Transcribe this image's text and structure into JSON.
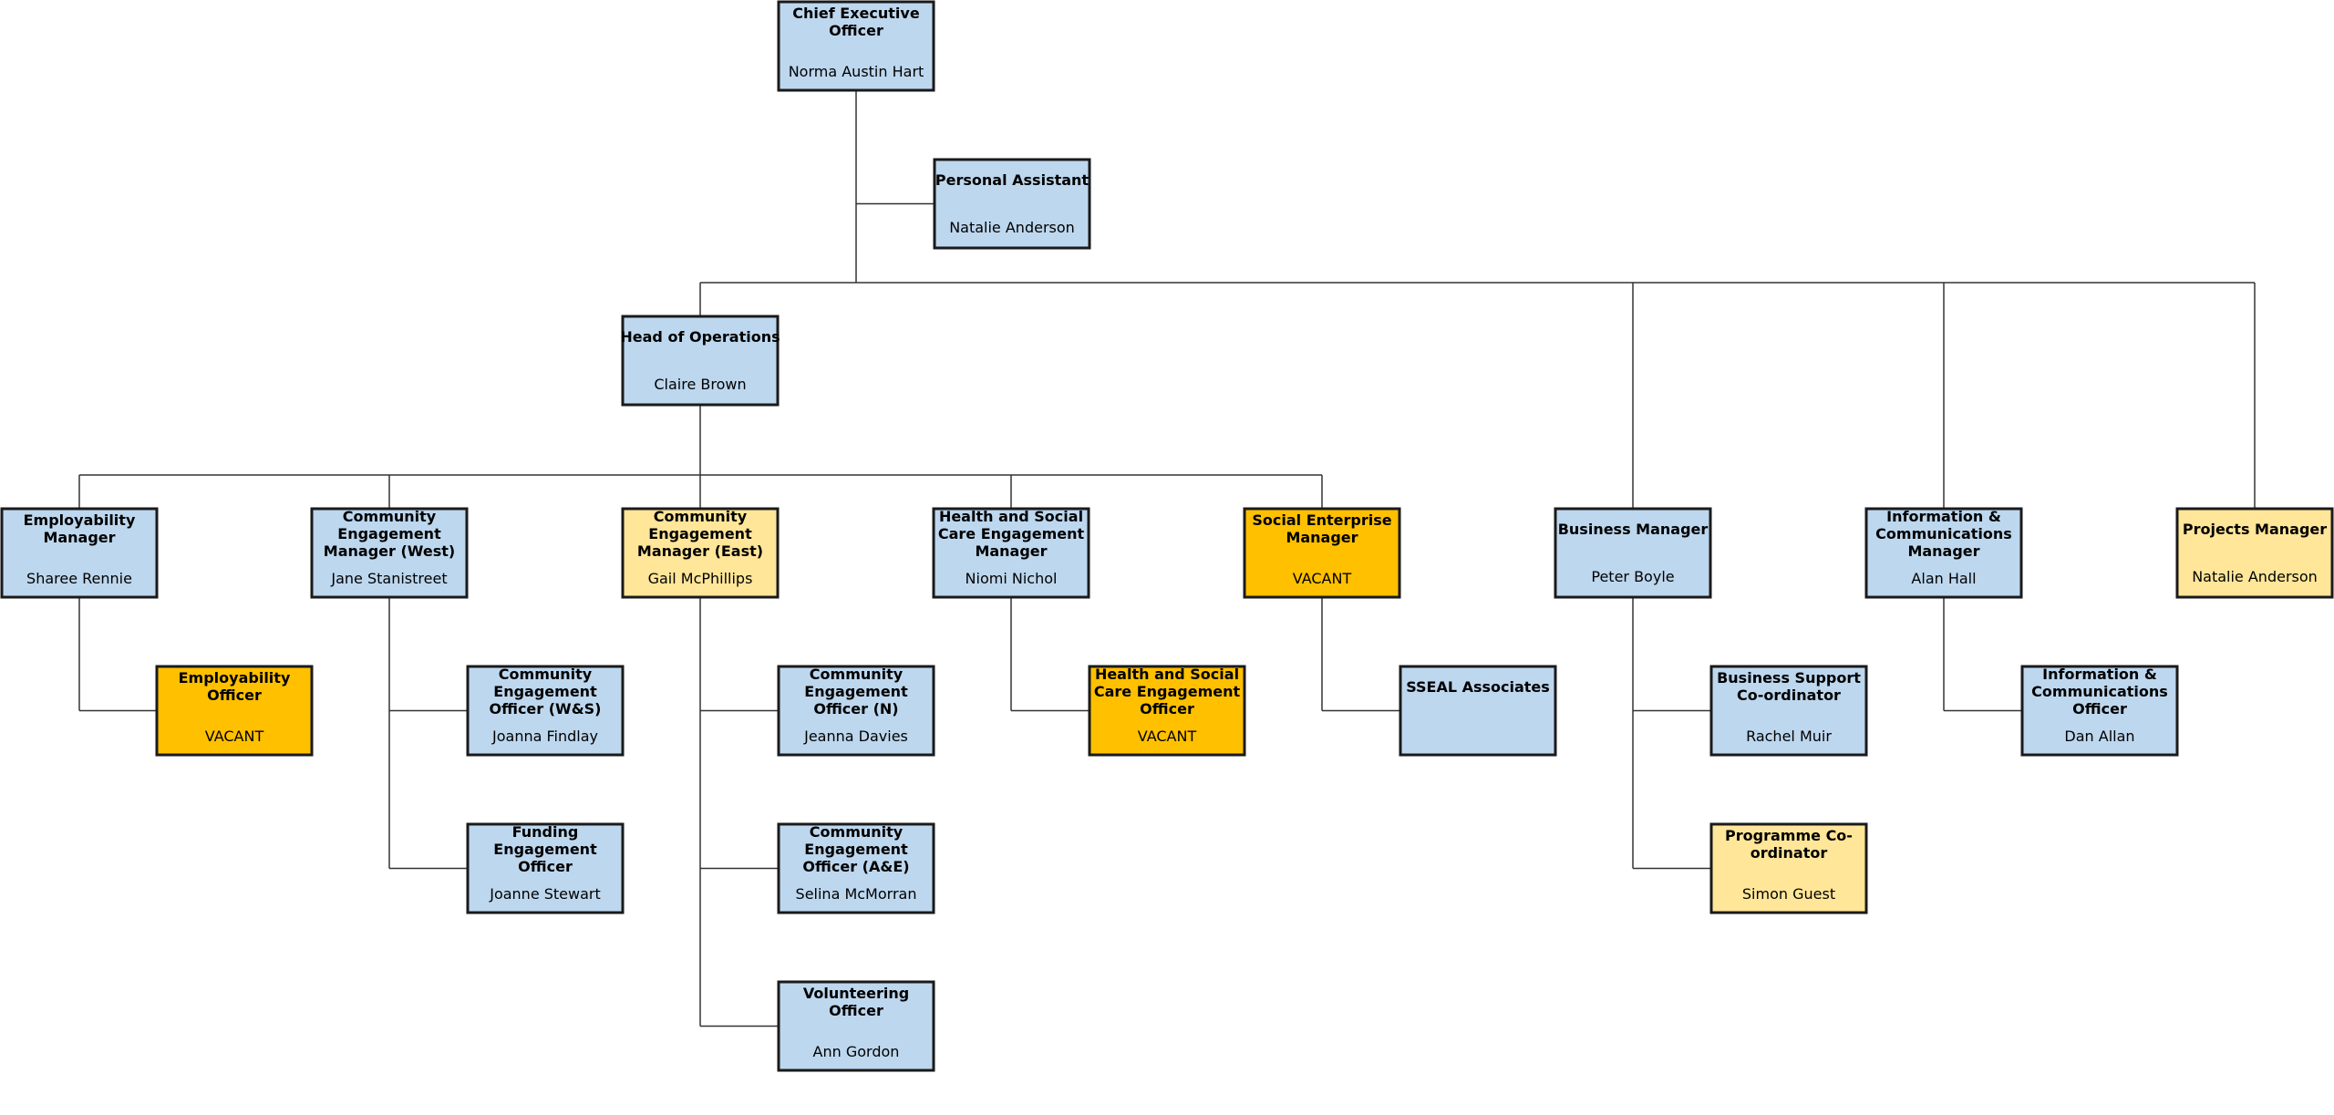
{
  "colors": {
    "filled": "#BDD7EE",
    "pending": "#FFE699",
    "vacant": "#FFC000",
    "border": "#1a1a1a",
    "line": "#333333"
  },
  "nodes": [
    {
      "id": "ceo",
      "title": [
        "Chief Executive",
        "Officer"
      ],
      "name": "Norma Austin Hart",
      "status": "filled"
    },
    {
      "id": "pa",
      "title": [
        "Personal Assistant"
      ],
      "name": "Natalie Anderson",
      "status": "filled"
    },
    {
      "id": "hoo",
      "title": [
        "Head of Operations"
      ],
      "name": "Claire Brown",
      "status": "filled"
    },
    {
      "id": "emp-mgr",
      "title": [
        "Employability",
        "Manager"
      ],
      "name": "Sharee Rennie",
      "status": "filled"
    },
    {
      "id": "cem-west",
      "title": [
        "Community",
        "Engagement",
        "Manager (West)"
      ],
      "name": "Jane Stanistreet",
      "status": "filled"
    },
    {
      "id": "cem-east",
      "title": [
        "Community",
        "Engagement",
        "Manager (East)"
      ],
      "name": "Gail McPhillips",
      "status": "pending"
    },
    {
      "id": "hsc-mgr",
      "title": [
        "Health and Social",
        "Care Engagement",
        "Manager"
      ],
      "name": "Niomi Nichol",
      "status": "filled"
    },
    {
      "id": "se-mgr",
      "title": [
        "Social Enterprise",
        "Manager"
      ],
      "name": "VACANT",
      "status": "vacant"
    },
    {
      "id": "bus-mgr",
      "title": [
        "Business Manager"
      ],
      "name": "Peter Boyle",
      "status": "filled"
    },
    {
      "id": "ict-mgr",
      "title": [
        "Information &",
        "Communications",
        "Manager"
      ],
      "name": "Alan Hall",
      "status": "filled"
    },
    {
      "id": "proj-mgr",
      "title": [
        "Projects Manager"
      ],
      "name": "Natalie Anderson",
      "status": "pending"
    },
    {
      "id": "emp-off",
      "title": [
        "Employability",
        "Officer"
      ],
      "name": "VACANT",
      "status": "vacant"
    },
    {
      "id": "ceo-ws",
      "title": [
        "Community",
        "Engagement",
        "Officer (W&S)"
      ],
      "name": "Joanna Findlay",
      "status": "filled"
    },
    {
      "id": "feo",
      "title": [
        "Funding",
        "Engagement",
        "Officer"
      ],
      "name": "Joanne Stewart",
      "status": "filled"
    },
    {
      "id": "ceo-n",
      "title": [
        "Community",
        "Engagement",
        "Officer (N)"
      ],
      "name": "Jeanna Davies",
      "status": "filled"
    },
    {
      "id": "ceo-ae",
      "title": [
        "Community",
        "Engagement",
        "Officer (A&E)"
      ],
      "name": "Selina McMorran",
      "status": "filled"
    },
    {
      "id": "vol-off",
      "title": [
        "Volunteering",
        "Officer"
      ],
      "name": "Ann Gordon",
      "status": "filled"
    },
    {
      "id": "hsc-off",
      "title": [
        "Health and Social",
        "Care Engagement",
        "Officer"
      ],
      "name": "VACANT",
      "status": "vacant"
    },
    {
      "id": "sseal",
      "title": [
        "SSEAL Associates"
      ],
      "name": "",
      "status": "filled"
    },
    {
      "id": "bsc",
      "title": [
        "Business Support",
        "Co-ordinator"
      ],
      "name": "Rachel Muir",
      "status": "filled"
    },
    {
      "id": "prog-coord",
      "title": [
        "Programme Co-",
        "ordinator"
      ],
      "name": "Simon Guest",
      "status": "pending"
    },
    {
      "id": "ict-off",
      "title": [
        "Information &",
        "Communications",
        "Officer"
      ],
      "name": "Dan Allan",
      "status": "filled"
    }
  ],
  "edges": [
    {
      "from": "ceo",
      "to": "pa",
      "type": "assistant"
    },
    {
      "from": "ceo",
      "to": "hoo",
      "type": "tree"
    },
    {
      "from": "ceo",
      "to": "bus-mgr",
      "type": "tree"
    },
    {
      "from": "ceo",
      "to": "ict-mgr",
      "type": "tree"
    },
    {
      "from": "ceo",
      "to": "proj-mgr",
      "type": "tree"
    },
    {
      "from": "hoo",
      "to": "emp-mgr",
      "type": "tree"
    },
    {
      "from": "hoo",
      "to": "cem-west",
      "type": "tree"
    },
    {
      "from": "hoo",
      "to": "cem-east",
      "type": "tree"
    },
    {
      "from": "hoo",
      "to": "hsc-mgr",
      "type": "tree"
    },
    {
      "from": "hoo",
      "to": "se-mgr",
      "type": "tree"
    },
    {
      "from": "emp-mgr",
      "to": "emp-off",
      "type": "side"
    },
    {
      "from": "cem-west",
      "to": "ceo-ws",
      "type": "side"
    },
    {
      "from": "cem-west",
      "to": "feo",
      "type": "side"
    },
    {
      "from": "cem-east",
      "to": "ceo-n",
      "type": "side"
    },
    {
      "from": "cem-east",
      "to": "ceo-ae",
      "type": "side"
    },
    {
      "from": "cem-east",
      "to": "vol-off",
      "type": "side"
    },
    {
      "from": "hsc-mgr",
      "to": "hsc-off",
      "type": "side"
    },
    {
      "from": "se-mgr",
      "to": "sseal",
      "type": "side"
    },
    {
      "from": "bus-mgr",
      "to": "bsc",
      "type": "side"
    },
    {
      "from": "bus-mgr",
      "to": "prog-coord",
      "type": "side"
    },
    {
      "from": "ict-mgr",
      "to": "ict-off",
      "type": "side"
    }
  ]
}
